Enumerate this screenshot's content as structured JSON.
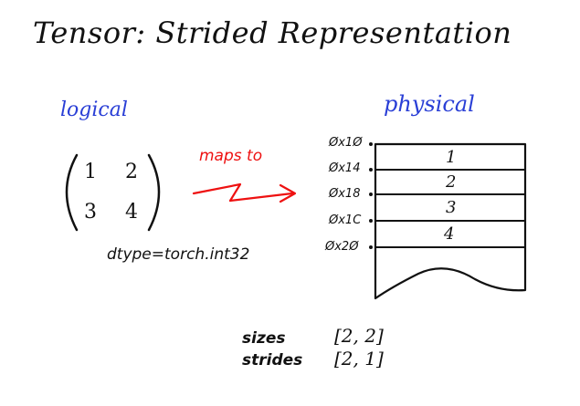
{
  "title": "Tensor: Strided Representation",
  "logical": {
    "label": "logical",
    "matrix": [
      [
        "1",
        "2"
      ],
      [
        "3",
        "4"
      ]
    ],
    "dtype": "dtype=torch.int32"
  },
  "mapping_label": "maps to",
  "physical": {
    "label": "physical",
    "addresses": [
      "Øx1Ø",
      "Øx14",
      "Øx18",
      "Øx1C",
      "Øx2Ø"
    ],
    "values": [
      "1",
      "2",
      "3",
      "4"
    ]
  },
  "metadata": {
    "sizes_label": "sizes",
    "sizes_value": "[2, 2]",
    "strides_label": "strides",
    "strides_value": "[2, 1]"
  },
  "colors": {
    "label_blue": "#2a3fd6",
    "arrow_red": "#e11",
    "ink": "#111111"
  }
}
